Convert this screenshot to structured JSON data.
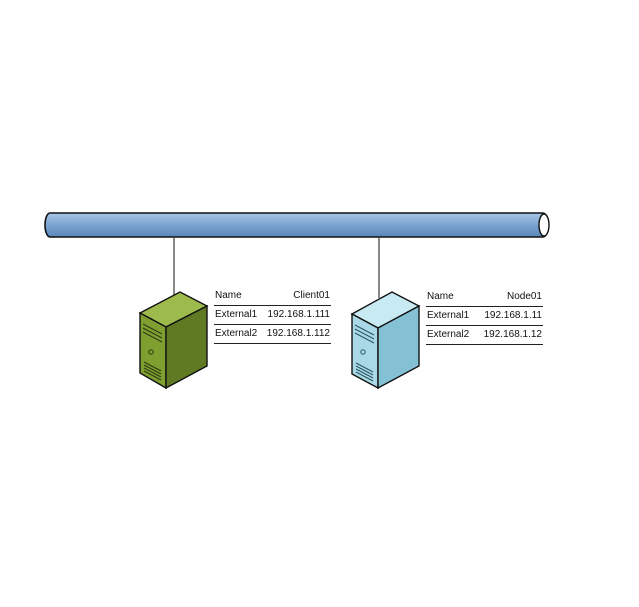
{
  "colors": {
    "network_bus": "#7da5d4",
    "client_server": "#7f9f31",
    "node_server": "#a9d9e6"
  },
  "icons": {
    "bus": "network-bus-icon",
    "client": "server-tower-icon",
    "node": "server-tower-icon"
  },
  "client": {
    "name_label": "Name",
    "name_value": "Client01",
    "ext1_label": "External1",
    "ext1_value": "192.168.1.111",
    "ext2_label": "External2",
    "ext2_value": "192.168.1.112"
  },
  "node": {
    "name_label": "Name",
    "name_value": "Node01",
    "ext1_label": "External1",
    "ext1_value": "192.168.1.11",
    "ext2_label": "External2",
    "ext2_value": "192.168.1.12"
  }
}
